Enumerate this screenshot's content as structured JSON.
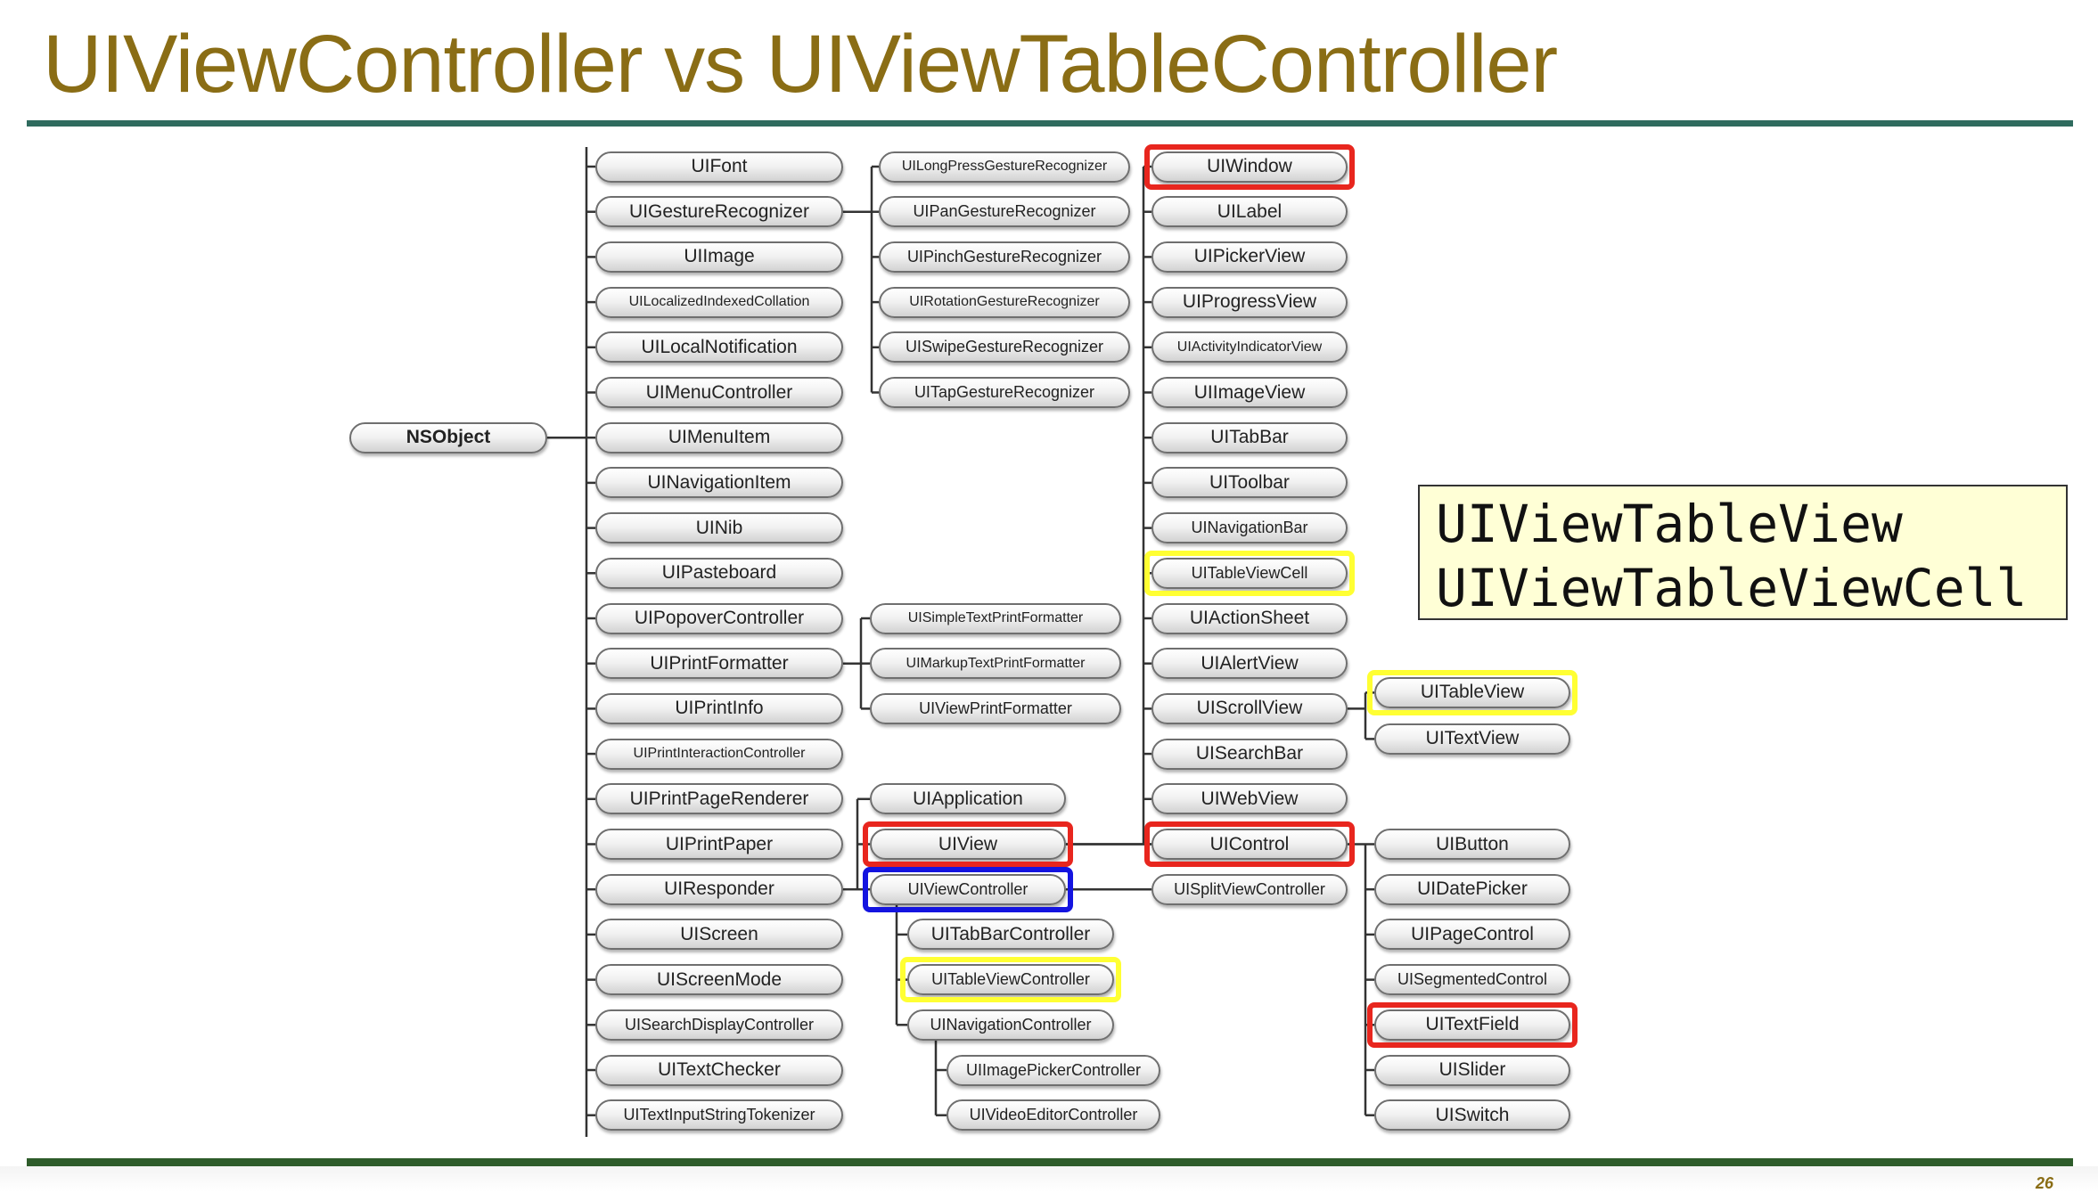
{
  "title": "UIViewController vs UIViewTableController",
  "page_number": "26",
  "callout": {
    "line1": "UIViewTableView",
    "line2": "UIViewTableViewCell"
  },
  "colors": {
    "title": "#8a6d15",
    "rule_top": "#2f6b5e",
    "rule_bottom": "#2e5c2a",
    "highlight_red": "#e8261e",
    "highlight_yellow": "#ffff33",
    "highlight_blue": "#1414e0",
    "callout_bg": "#ffffd6"
  },
  "hierarchy": {
    "root": "NSObject",
    "nsobject_children": [
      "UIFont",
      "UIGestureRecognizer",
      "UIImage",
      "UILocalizedIndexedCollation",
      "UILocalNotification",
      "UIMenuController",
      "UIMenuItem",
      "UINavigationItem",
      "UINib",
      "UIPasteboard",
      "UIPopoverController",
      "UIPrintFormatter",
      "UIPrintInfo",
      "UIPrintInteractionController",
      "UIPrintPageRenderer",
      "UIPrintPaper",
      "UIResponder",
      "UIScreen",
      "UIScreenMode",
      "UISearchDisplayController",
      "UITextChecker",
      "UITextInputStringTokenizer"
    ],
    "gesture_recognizers": [
      "UILongPressGestureRecognizer",
      "UIPanGestureRecognizer",
      "UIPinchGestureRecognizer",
      "UIRotationGestureRecognizer",
      "UISwipeGestureRecognizer",
      "UITapGestureRecognizer"
    ],
    "print_formatters": [
      "UISimpleTextPrintFormatter",
      "UIMarkupTextPrintFormatter",
      "UIViewPrintFormatter"
    ],
    "responders": [
      "UIApplication",
      "UIView",
      "UIViewController"
    ],
    "view_controllers": [
      "UITabBarController",
      "UITableViewController",
      "UINavigationController"
    ],
    "navigation_controllers": [
      "UIImagePickerController",
      "UIVideoEditorController"
    ],
    "views": [
      "UIWindow",
      "UILabel",
      "UIPickerView",
      "UIProgressView",
      "UIActivityIndicatorView",
      "UIImageView",
      "UITabBar",
      "UIToolbar",
      "UINavigationBar",
      "UITableViewCell",
      "UIActionSheet",
      "UIAlertView",
      "UIScrollView",
      "UISearchBar",
      "UIWebView",
      "UIControl"
    ],
    "split_view": "UISplitViewController",
    "scroll_views": [
      "UITableView",
      "UITextView"
    ],
    "controls": [
      "UIButton",
      "UIDatePicker",
      "UIPageControl",
      "UISegmentedControl",
      "UITextField",
      "UISlider",
      "UISwitch"
    ]
  }
}
